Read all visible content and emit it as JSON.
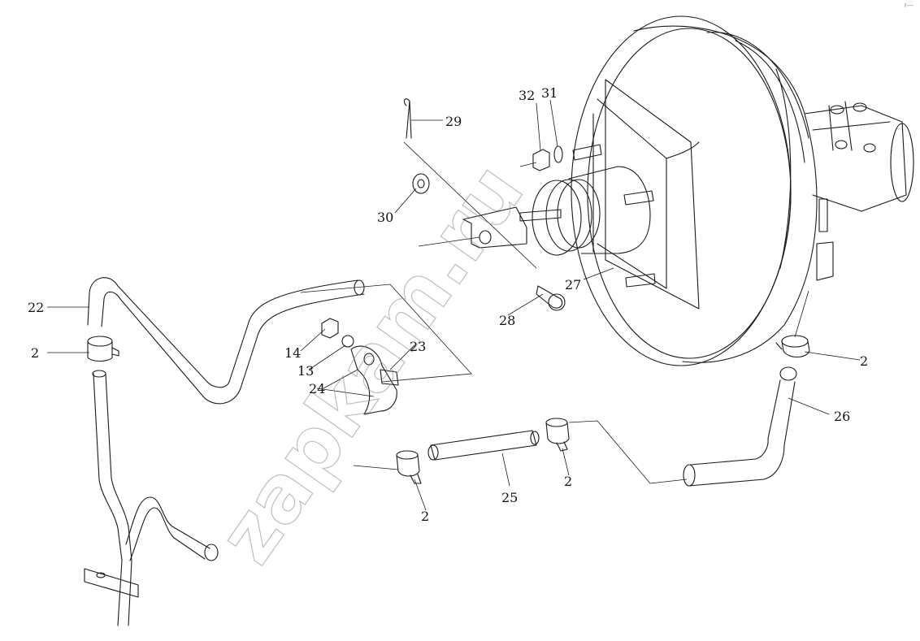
{
  "watermark": "zapkam.ru",
  "corner_mark": "r—",
  "callouts": [
    {
      "id": "c29",
      "text": "29"
    },
    {
      "id": "c32",
      "text": "32"
    },
    {
      "id": "c31",
      "text": "31"
    },
    {
      "id": "c30",
      "text": "30"
    },
    {
      "id": "c27",
      "text": "27"
    },
    {
      "id": "c28",
      "text": "28"
    },
    {
      "id": "c22",
      "text": "22"
    },
    {
      "id": "c2a",
      "text": "2"
    },
    {
      "id": "c14",
      "text": "14"
    },
    {
      "id": "c13",
      "text": "13"
    },
    {
      "id": "c23",
      "text": "23"
    },
    {
      "id": "c24",
      "text": "24"
    },
    {
      "id": "c2b",
      "text": "2"
    },
    {
      "id": "c26",
      "text": "26"
    },
    {
      "id": "c25",
      "text": "25"
    },
    {
      "id": "c2c",
      "text": "2"
    },
    {
      "id": "c2d",
      "text": "2"
    }
  ]
}
